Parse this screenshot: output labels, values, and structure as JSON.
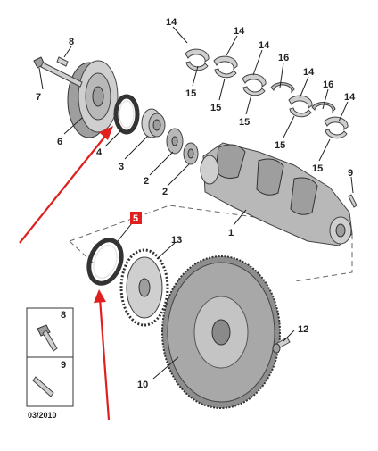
{
  "diagram": {
    "callouts": {
      "c1": "1",
      "c2a": "2",
      "c2b": "2",
      "c3": "3",
      "c4": "4",
      "c6": "6",
      "c7": "7",
      "c8": "8",
      "c9": "9",
      "c10": "10",
      "c12": "12",
      "c13": "13",
      "c14a": "14",
      "c14b": "14",
      "c14c": "14",
      "c14d": "14",
      "c14e": "14",
      "c15a": "15",
      "c15b": "15",
      "c15c": "15",
      "c15d": "15",
      "c15e": "15",
      "c16a": "16",
      "c16b": "16"
    },
    "highlight": {
      "label": "5",
      "color": "#e0201e"
    },
    "inset": {
      "c8": "8",
      "c9": "9"
    },
    "date_code": "03/2010"
  }
}
